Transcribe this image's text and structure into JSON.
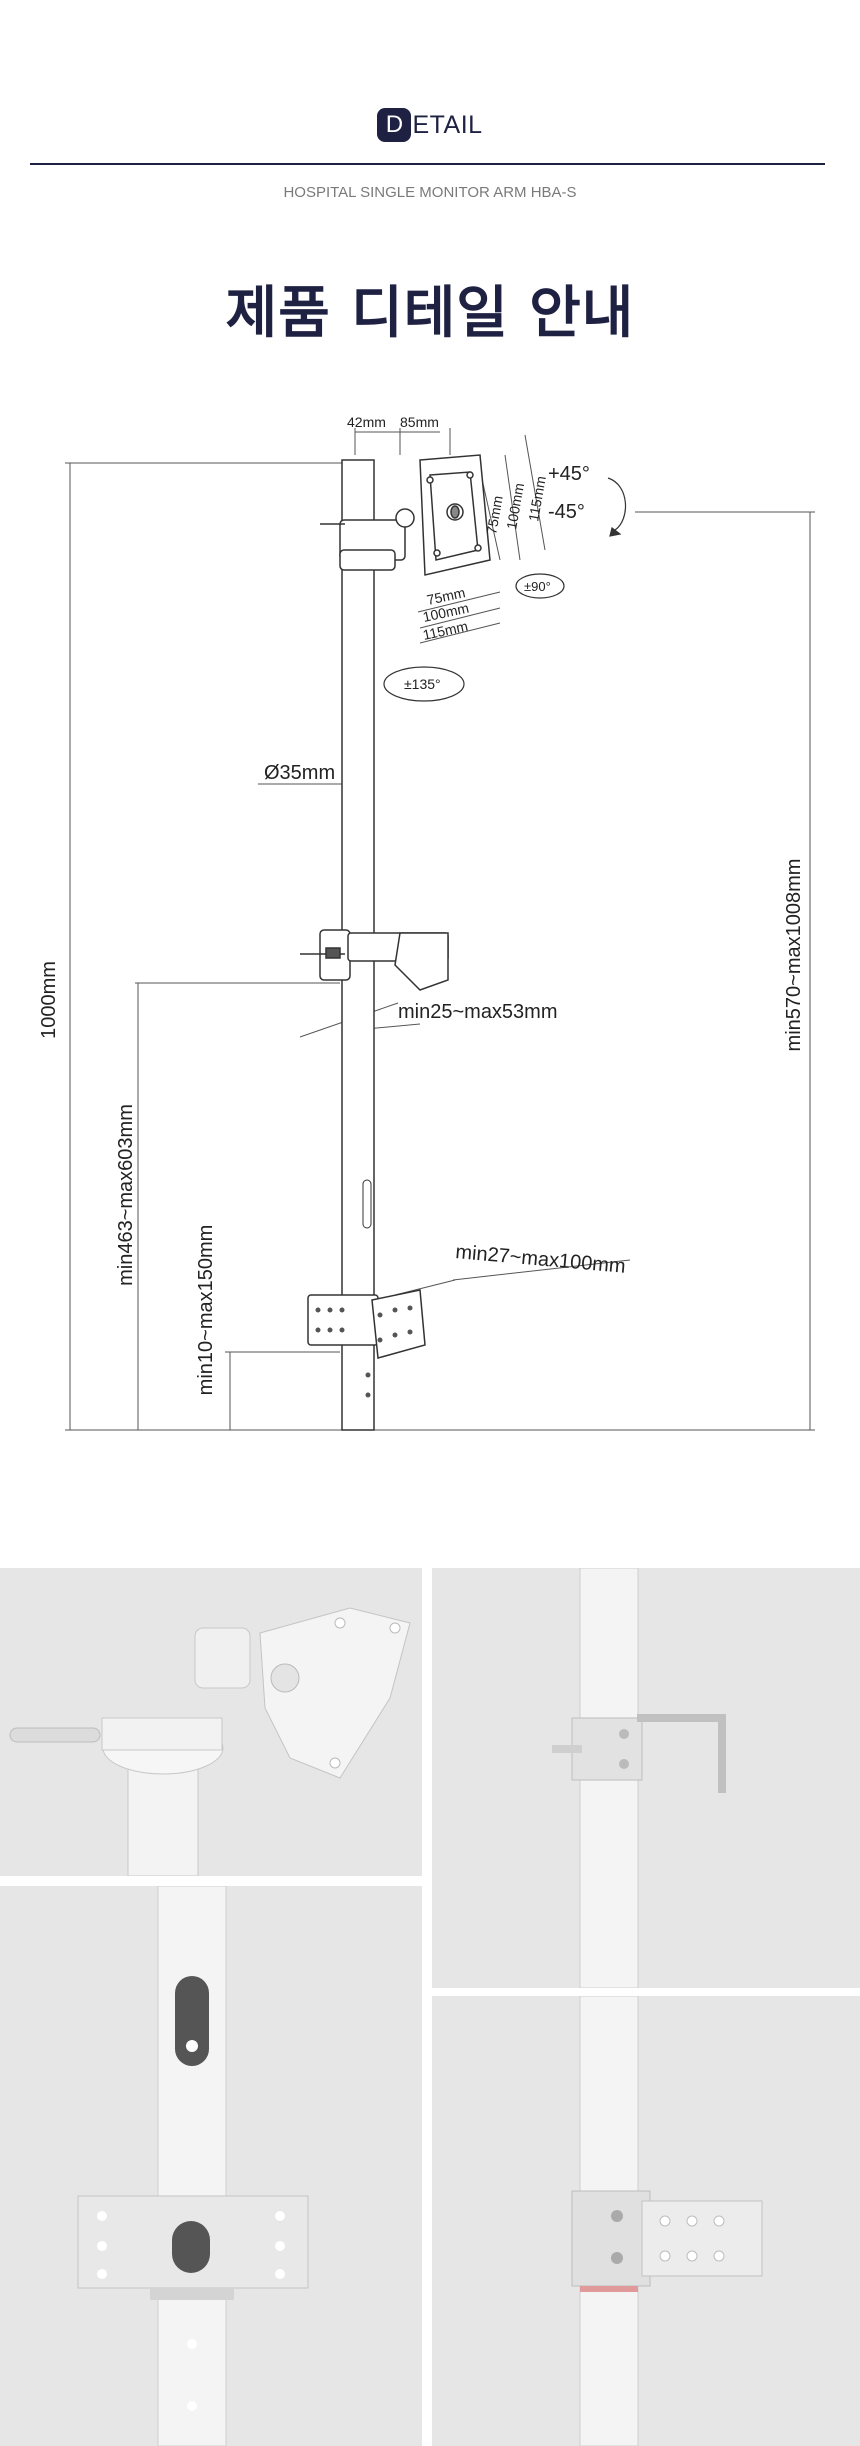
{
  "header": {
    "badge_letter": "D",
    "badge_rest": "ETAIL",
    "subtitle": "HOSPITAL SINGLE MONITOR ARM HBA-S",
    "title": "제품 디테일 안내"
  },
  "diagram": {
    "dims": {
      "w42": "42mm",
      "w85": "85mm",
      "vesa75v": "75mm",
      "vesa100v": "100mm",
      "vesa115v": "115mm",
      "vesa75h": "75mm",
      "vesa100h": "100mm",
      "vesa115h": "115mm",
      "tilt_up": "+45°",
      "tilt_down": "-45°",
      "rotate": "±90°",
      "swivel": "±135°",
      "pole": "Ø35mm",
      "clamp_range": "min25~max53mm",
      "total_height": "1000mm",
      "right_range": "min570~max1008mm",
      "clamp_height": "min463~max603mm",
      "bottom_range": "min10~max150mm",
      "bracket_range": "min27~max100mm"
    }
  },
  "colors": {
    "navy": "#1e2142",
    "photo_bg": "#e6e6e6",
    "pole_white": "#f2f2f2"
  },
  "photos": [
    {
      "name": "photo-vesa-head"
    },
    {
      "name": "photo-pole-clamp"
    },
    {
      "name": "photo-pole-slot-bracket"
    },
    {
      "name": "photo-pole-bottom-bracket"
    }
  ]
}
